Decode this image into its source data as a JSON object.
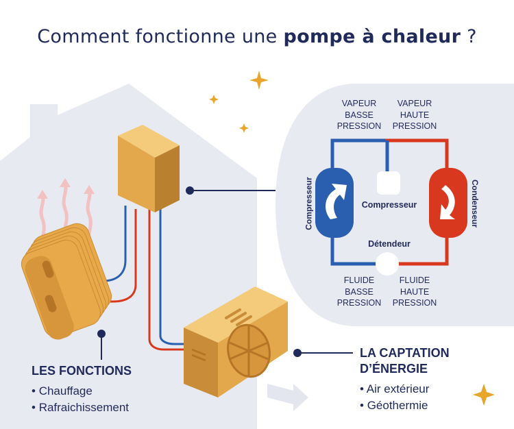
{
  "title": {
    "prefix": "Comment fonctionne une ",
    "bold": "pompe à chaleur",
    "suffix": " ?"
  },
  "cycle": {
    "top_left": "VAPEUR\nBASSE\nPRESSION",
    "top_right": "VAPEUR\nHAUTE\nPRESSION",
    "bottom_left": "FLUIDE\nBASSE\nPRESSION",
    "bottom_right": "FLUIDE\nHAUTE\nPRESSION",
    "left_vertical": "Compresseur",
    "right_vertical": "Condenseur",
    "center_top": "Compresseur",
    "center_bottom": "Détendeur"
  },
  "fonctions": {
    "heading": "LES FONCTIONS",
    "items": [
      "Chauffage",
      "Rafraichissement"
    ]
  },
  "captation": {
    "heading": "LA CAPTATION\nD’ÉNERGIE",
    "items": [
      "Air extérieur",
      "Géothermie"
    ]
  },
  "colors": {
    "navy": "#1f2a5a",
    "blue": "#2a5fb0",
    "red": "#d8391e",
    "gold": "#e0a94a",
    "house": "#e8eaf1"
  }
}
